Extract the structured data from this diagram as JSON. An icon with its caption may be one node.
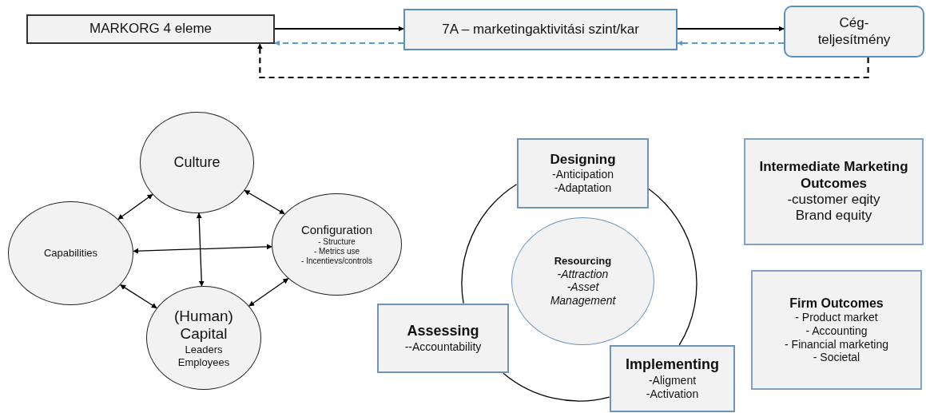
{
  "diagram": {
    "nodes": [
      {
        "text": [
          "MARKORG 4 eleme"
        ]
      },
      {
        "text": [
          "7A – marketingaktivitási szint/kar"
        ]
      },
      {
        "text": [
          "Cég-teljesítmény"
        ]
      },
      {
        "text": [
          "Culture"
        ]
      },
      {
        "text": [
          "Capabilities"
        ]
      },
      {
        "text": [
          "Configuration",
          "- Structure",
          "- Metrics use",
          "- Incentievs/controls"
        ]
      },
      {
        "text": [
          "(Human) Capital",
          "Leaders",
          "Employees"
        ]
      },
      {
        "text": [
          "Designing",
          "-Anticipation",
          "-Adaptation"
        ]
      },
      {
        "text": [
          "Resourcing",
          "-Attraction",
          "-Asset Management"
        ]
      },
      {
        "text": [
          "Assessing",
          "--Accountability"
        ]
      },
      {
        "text": [
          "Implementing",
          "-Aligment",
          "-Activation"
        ]
      },
      {
        "text": [
          "Intermediate Marketing Outcomes",
          "-customer eqity",
          "Brand equity"
        ]
      },
      {
        "text": [
          "Firm Outcomes",
          "- Product market",
          "- Accounting",
          "- Financial marketing",
          "- Societal"
        ]
      }
    ],
    "edges": [
      {
        "from": 0,
        "to": 1,
        "arrow": "to"
      },
      {
        "from": 1,
        "to": 2,
        "arrow": "to"
      },
      {
        "from": 2,
        "to": 1,
        "arrow": "to",
        "style": "dashed",
        "color": "#5b9bd5"
      },
      {
        "from": 1,
        "to": 0,
        "arrow": "to",
        "style": "dashed",
        "color": "#5b9bd5"
      },
      {
        "from": 2,
        "to": 0,
        "arrow": "to",
        "style": "dashed"
      },
      {
        "from": 3,
        "to": 4,
        "arrow": "both"
      },
      {
        "from": 3,
        "to": 5,
        "arrow": "both"
      },
      {
        "from": 3,
        "to": 6,
        "arrow": "both"
      },
      {
        "from": 4,
        "to": 5,
        "arrow": "both"
      },
      {
        "from": 4,
        "to": 6,
        "arrow": "both"
      },
      {
        "from": 5,
        "to": 6,
        "arrow": "both"
      },
      {
        "from": 7,
        "to": 10,
        "arrow": "none"
      },
      {
        "from": 10,
        "to": 9,
        "arrow": "none"
      },
      {
        "from": 9,
        "to": 7,
        "arrow": "none"
      }
    ]
  }
}
